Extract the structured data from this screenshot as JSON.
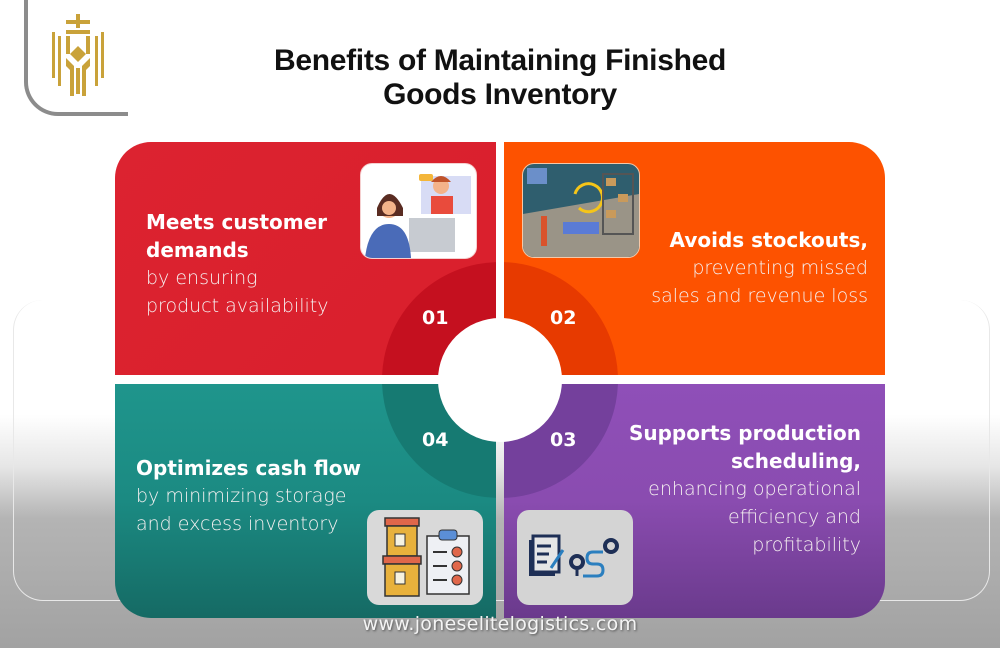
{
  "brand": {
    "logo": "jones-elite-crown-shield-logo",
    "logo_color": "#c9a23a"
  },
  "title": {
    "line1": "Benefits of Maintaining Finished",
    "line2": "Goods Inventory"
  },
  "cards": [
    {
      "number": "01",
      "heading_line1": "Meets customer",
      "heading_line2": "demands",
      "body_line1": "by ensuring",
      "body_line2": "product availability",
      "color": "#dc2330",
      "illustration": "customer-support-illustration"
    },
    {
      "number": "02",
      "heading_line1": "Avoids stockouts,",
      "body_line1": "preventing missed",
      "body_line2": "sales and revenue loss",
      "color": "#fd5200",
      "illustration": "warehouse-illustration"
    },
    {
      "number": "03",
      "heading_line1": "Supports production",
      "heading_line2": "scheduling,",
      "body_line1": "enhancing operational",
      "body_line2": "efficiency and",
      "body_line3": "profitability",
      "color": "#8a4cb0",
      "illustration": "checklist-route-icon"
    },
    {
      "number": "04",
      "heading_line1": "Optimizes cash flow",
      "body_line1": "by minimizing storage",
      "body_line2": "and excess inventory",
      "color": "#1b8a82",
      "illustration": "boxes-checklist-icon"
    }
  ],
  "footer": {
    "url": "www.joneselitelogistics.com"
  }
}
